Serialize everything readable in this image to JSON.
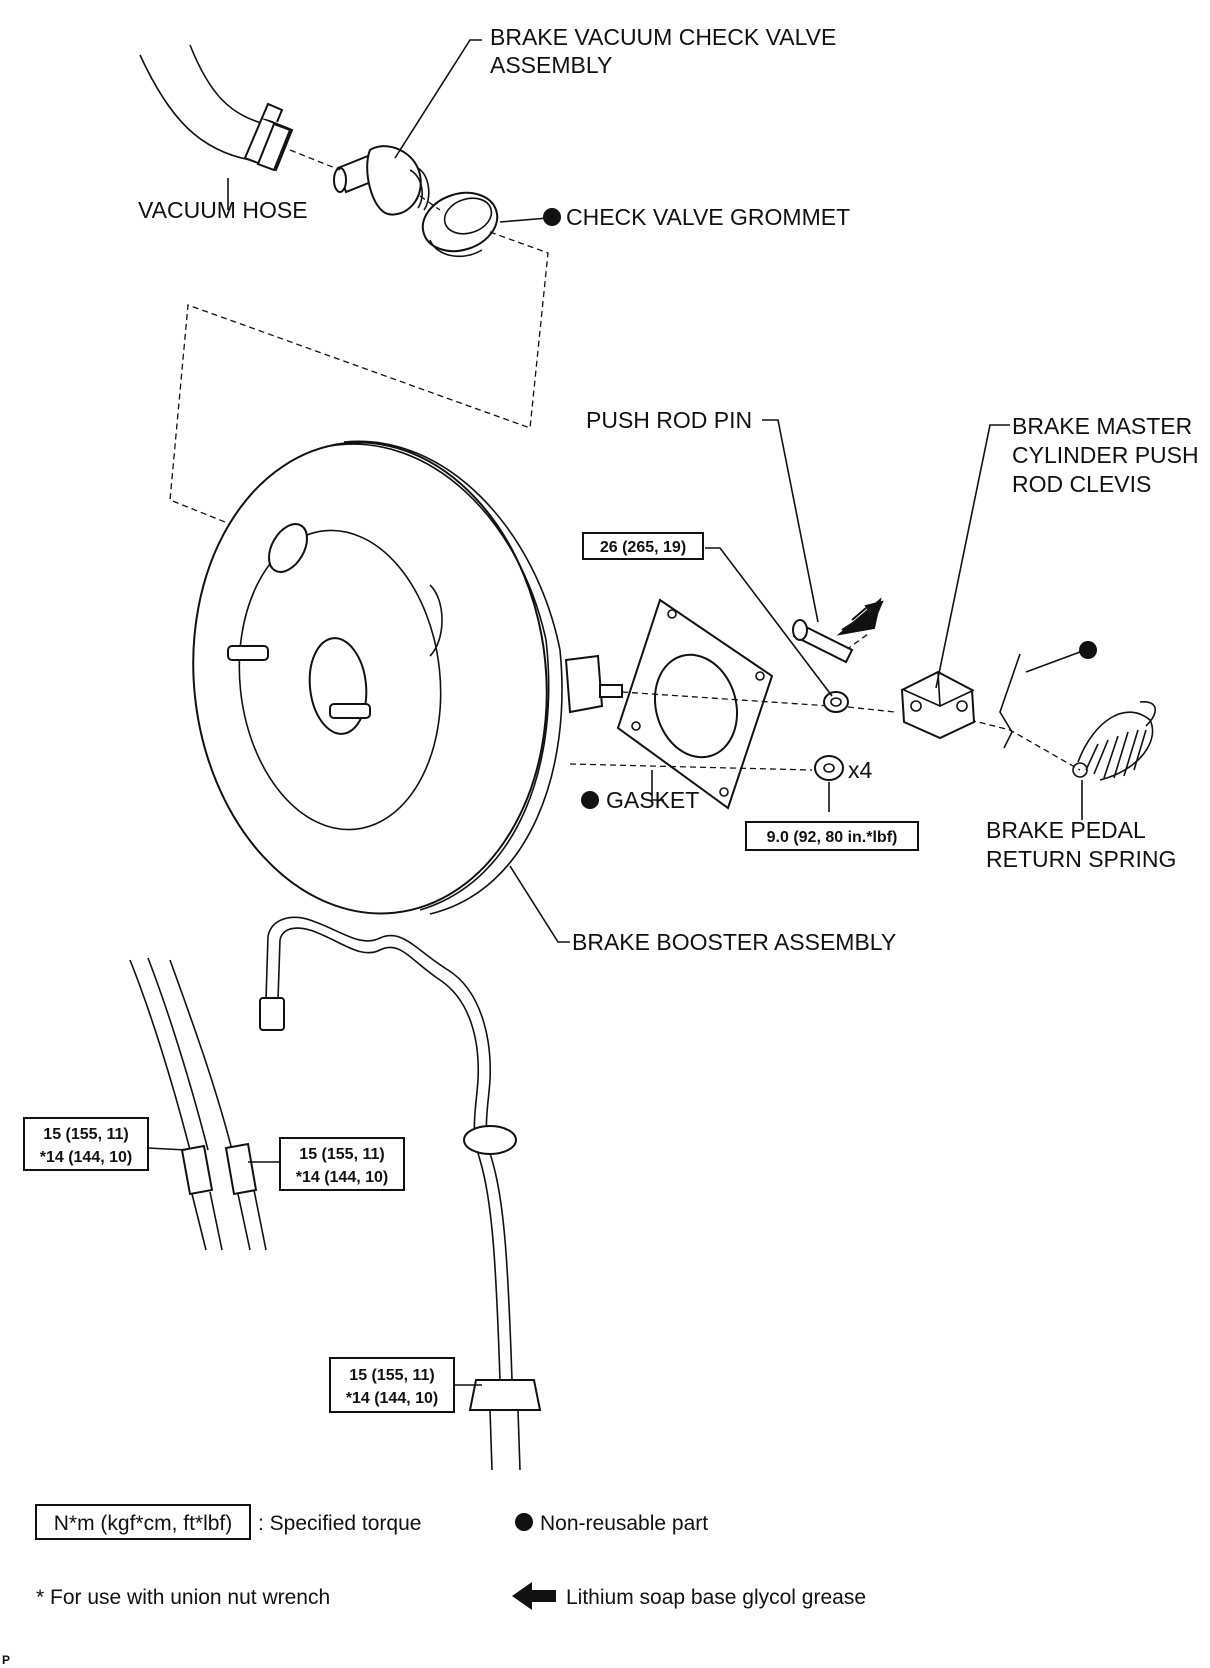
{
  "labels": {
    "check_valve_line1": "BRAKE VACUUM CHECK VALVE",
    "check_valve_line2": "ASSEMBLY",
    "vacuum_hose": "VACUUM HOSE",
    "check_valve_grommet": "CHECK VALVE GROMMET",
    "push_rod_pin": "PUSH ROD PIN",
    "clevis_line1": "BRAKE MASTER",
    "clevis_line2": "CYLINDER PUSH",
    "clevis_line3": "ROD CLEVIS",
    "gasket": "GASKET",
    "quantity": "x4",
    "return_spring_line1": "BRAKE PEDAL",
    "return_spring_line2": "RETURN SPRING",
    "booster": "BRAKE BOOSTER ASSEMBLY"
  },
  "torques": {
    "clevis_nut": "26 (265, 19)",
    "booster_nut": "9.0 (92, 80 in.*lbf)",
    "left_line1": "15 (155, 11)",
    "left_line1_alt": "*14 (144, 10)",
    "left_line2": "15 (155, 11)",
    "left_line2_alt": "*14 (144, 10)",
    "bottom_line": "15 (155, 11)",
    "bottom_line_alt": "*14 (144, 10)"
  },
  "legend": {
    "torque_box": "N*m (kgf*cm, ft*lbf)",
    "torque_desc": ": Specified torque",
    "non_reusable": "Non-reusable part",
    "union_nut": "* For use with union nut wrench",
    "grease": "Lithium soap base glycol grease"
  },
  "corner_mark": "P"
}
